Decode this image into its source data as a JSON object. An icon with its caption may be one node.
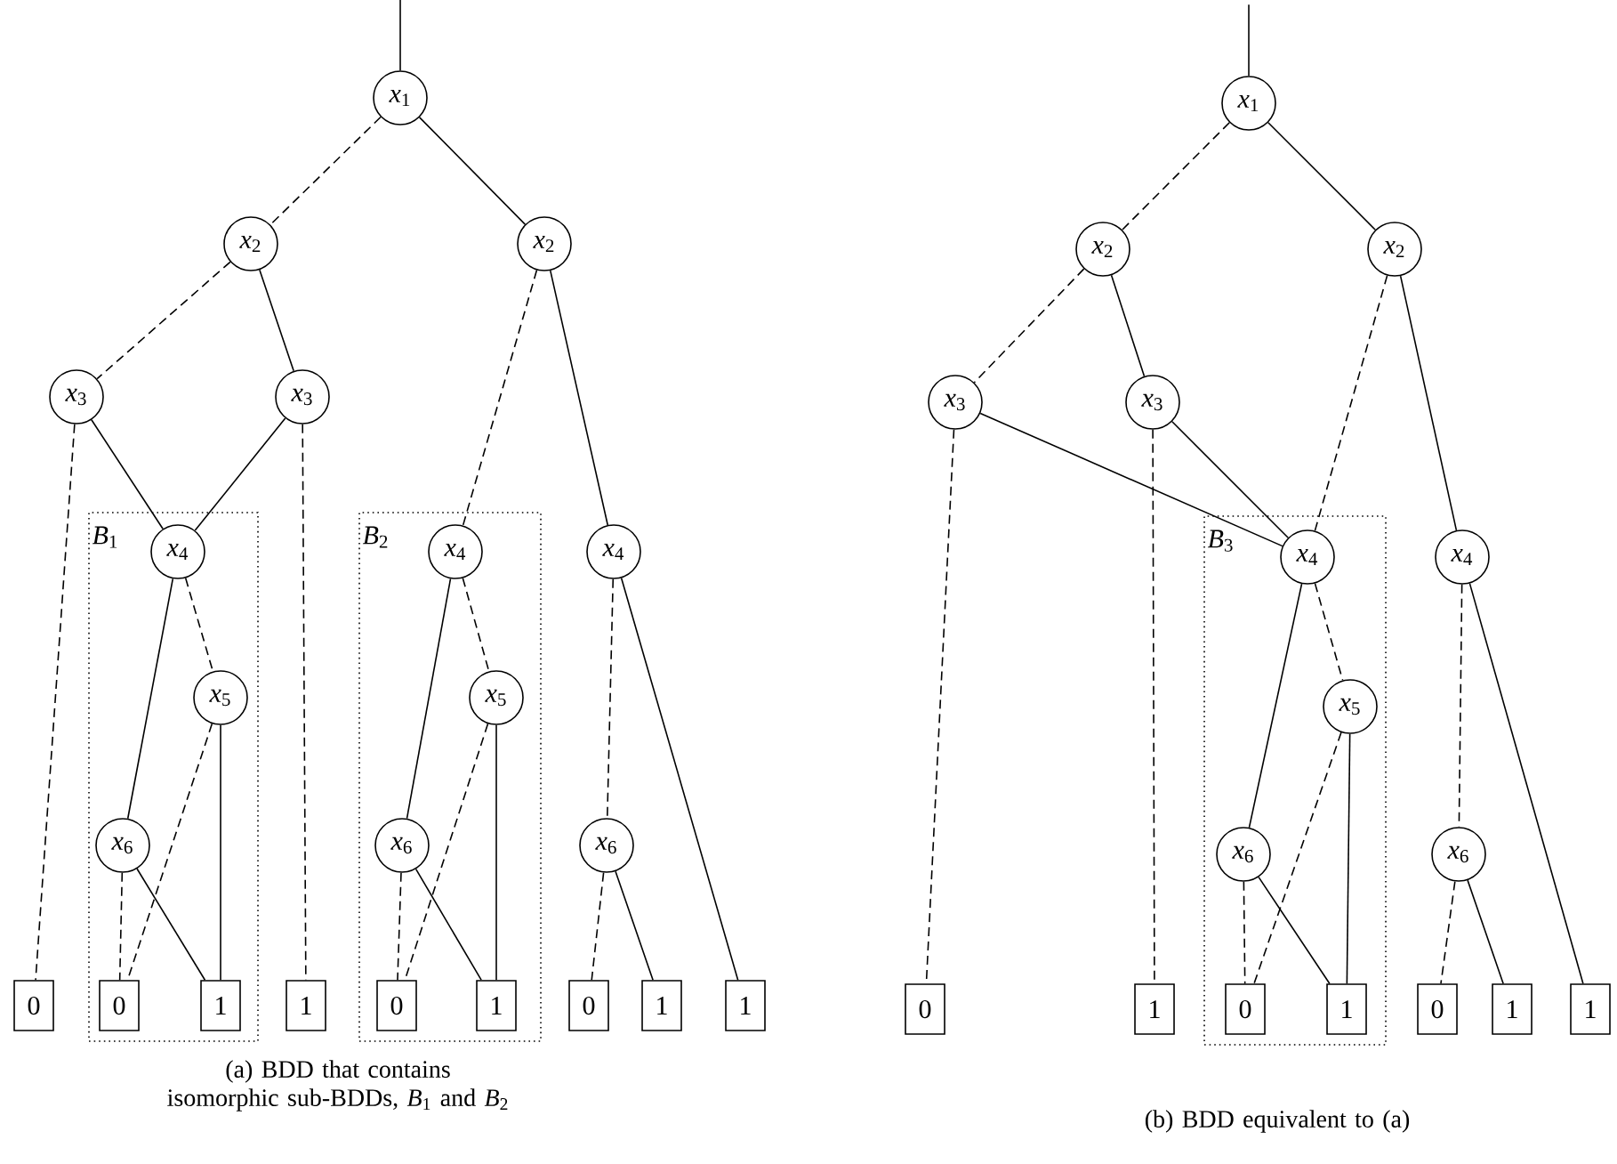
{
  "diagram": {
    "nodes": [
      {
        "text": [
          "*x*$_{1}$"
        ]
      },
      {
        "text": [
          "*x*$_{2}$"
        ]
      },
      {
        "text": [
          "*x*$_{2}$"
        ]
      },
      {
        "text": [
          "*x*$_{3}$"
        ]
      },
      {
        "text": [
          "*x*$_{3}$"
        ]
      },
      {
        "text": [
          "*B*$_{1}$"
        ]
      },
      {
        "text": [
          "*x*$_{4}$"
        ],
        "in": 5
      },
      {
        "text": [
          "*x*$_{5}$"
        ],
        "in": 5
      },
      {
        "text": [
          "*x*$_{6}$"
        ],
        "in": 5
      },
      {
        "text": [
          "0"
        ],
        "in": 5
      },
      {
        "text": [
          "1"
        ],
        "in": 5
      },
      {
        "text": [
          "0"
        ]
      },
      {
        "text": [
          "1"
        ]
      },
      {
        "text": [
          "*B*$_{2}$"
        ]
      },
      {
        "text": [
          "*x*$_{4}$"
        ],
        "in": 13
      },
      {
        "text": [
          "*x*$_{5}$"
        ],
        "in": 13
      },
      {
        "text": [
          "*x*$_{6}$"
        ],
        "in": 13
      },
      {
        "text": [
          "0"
        ],
        "in": 13
      },
      {
        "text": [
          "1"
        ],
        "in": 13
      },
      {
        "text": [
          "*x*$_{4}$"
        ]
      },
      {
        "text": [
          "*x*$_{6}$"
        ]
      },
      {
        "text": [
          "0"
        ]
      },
      {
        "text": [
          "1"
        ]
      },
      {
        "text": [
          "1"
        ]
      },
      {
        "text": [
          "*x*$_{1}$"
        ]
      },
      {
        "text": [
          "*x*$_{2}$"
        ]
      },
      {
        "text": [
          "*x*$_{2}$"
        ]
      },
      {
        "text": [
          "*x*$_{3}$"
        ]
      },
      {
        "text": [
          "*x*$_{3}$"
        ]
      },
      {
        "text": [
          "*B*$_{3}$"
        ]
      },
      {
        "text": [
          "*x*$_{4}$"
        ],
        "in": 29
      },
      {
        "text": [
          "*x*$_{5}$"
        ],
        "in": 29
      },
      {
        "text": [
          "*x*$_{6}$"
        ],
        "in": 29
      },
      {
        "text": [
          "0"
        ],
        "in": 29
      },
      {
        "text": [
          "1"
        ],
        "in": 29
      },
      {
        "text": [
          "0"
        ]
      },
      {
        "text": [
          "1"
        ]
      },
      {
        "text": [
          "*x*$_{4}$"
        ]
      },
      {
        "text": [
          "*x*$_{6}$"
        ]
      },
      {
        "text": [
          "0"
        ]
      },
      {
        "text": [
          "1"
        ]
      },
      {
        "text": [
          "1"
        ]
      }
    ],
    "edges": [
      {
        "from": null,
        "to": 0,
        "arrow": "none"
      },
      {
        "from": 0,
        "to": 1,
        "arrow": "none",
        "style": "dashed"
      },
      {
        "from": 0,
        "to": 2,
        "arrow": "none"
      },
      {
        "from": 1,
        "to": 3,
        "arrow": "none",
        "style": "dashed"
      },
      {
        "from": 1,
        "to": 4,
        "arrow": "none"
      },
      {
        "from": 3,
        "to": 11,
        "arrow": "none",
        "style": "dashed"
      },
      {
        "from": 3,
        "to": 6,
        "arrow": "none"
      },
      {
        "from": 4,
        "to": 6,
        "arrow": "none"
      },
      {
        "from": 4,
        "to": 12,
        "arrow": "none",
        "style": "dashed"
      },
      {
        "from": 2,
        "to": 14,
        "arrow": "none",
        "style": "dashed"
      },
      {
        "from": 2,
        "to": 19,
        "arrow": "none"
      },
      {
        "from": 6,
        "to": 8,
        "arrow": "none"
      },
      {
        "from": 6,
        "to": 7,
        "arrow": "none",
        "style": "dashed"
      },
      {
        "from": 7,
        "to": 9,
        "arrow": "none",
        "style": "dashed"
      },
      {
        "from": 7,
        "to": 10,
        "arrow": "none"
      },
      {
        "from": 8,
        "to": 9,
        "arrow": "none",
        "style": "dashed"
      },
      {
        "from": 8,
        "to": 10,
        "arrow": "none"
      },
      {
        "from": 14,
        "to": 16,
        "arrow": "none"
      },
      {
        "from": 14,
        "to": 15,
        "arrow": "none",
        "style": "dashed"
      },
      {
        "from": 15,
        "to": 17,
        "arrow": "none",
        "style": "dashed"
      },
      {
        "from": 15,
        "to": 18,
        "arrow": "none"
      },
      {
        "from": 16,
        "to": 17,
        "arrow": "none",
        "style": "dashed"
      },
      {
        "from": 16,
        "to": 18,
        "arrow": "none"
      },
      {
        "from": 19,
        "to": 20,
        "arrow": "none",
        "style": "dashed"
      },
      {
        "from": 19,
        "to": 23,
        "arrow": "none"
      },
      {
        "from": 20,
        "to": 21,
        "arrow": "none",
        "style": "dashed"
      },
      {
        "from": 20,
        "to": 22,
        "arrow": "none"
      },
      {
        "from": null,
        "to": 24,
        "arrow": "none"
      },
      {
        "from": 24,
        "to": 25,
        "arrow": "none",
        "style": "dashed"
      },
      {
        "from": 24,
        "to": 26,
        "arrow": "none"
      },
      {
        "from": 25,
        "to": 27,
        "arrow": "none",
        "style": "dashed"
      },
      {
        "from": 25,
        "to": 28,
        "arrow": "none"
      },
      {
        "from": 27,
        "to": 35,
        "arrow": "none",
        "style": "dashed"
      },
      {
        "from": 27,
        "to": 30,
        "arrow": "none"
      },
      {
        "from": 28,
        "to": 36,
        "arrow": "none",
        "style": "dashed"
      },
      {
        "from": 28,
        "to": 30,
        "arrow": "none"
      },
      {
        "from": 26,
        "to": 30,
        "arrow": "none",
        "style": "dashed"
      },
      {
        "from": 26,
        "to": 37,
        "arrow": "none"
      },
      {
        "from": 30,
        "to": 32,
        "arrow": "none"
      },
      {
        "from": 30,
        "to": 31,
        "arrow": "none",
        "style": "dashed"
      },
      {
        "from": 31,
        "to": 33,
        "arrow": "none",
        "style": "dashed"
      },
      {
        "from": 31,
        "to": 34,
        "arrow": "none"
      },
      {
        "from": 32,
        "to": 33,
        "arrow": "none",
        "style": "dashed"
      },
      {
        "from": 32,
        "to": 34,
        "arrow": "none"
      },
      {
        "from": 37,
        "to": 38,
        "arrow": "none",
        "style": "dashed"
      },
      {
        "from": 37,
        "to": 41,
        "arrow": "none"
      },
      {
        "from": 38,
        "to": 39,
        "arrow": "none",
        "style": "dashed"
      },
      {
        "from": 38,
        "to": 40,
        "arrow": "none"
      }
    ],
    "labels": [
      "(a) BDD that contains isomorphic sub-BDDs, *B*$_{1}$ and *B*$_{2}$",
      "(b) BDD equivalent to (a)"
    ]
  }
}
